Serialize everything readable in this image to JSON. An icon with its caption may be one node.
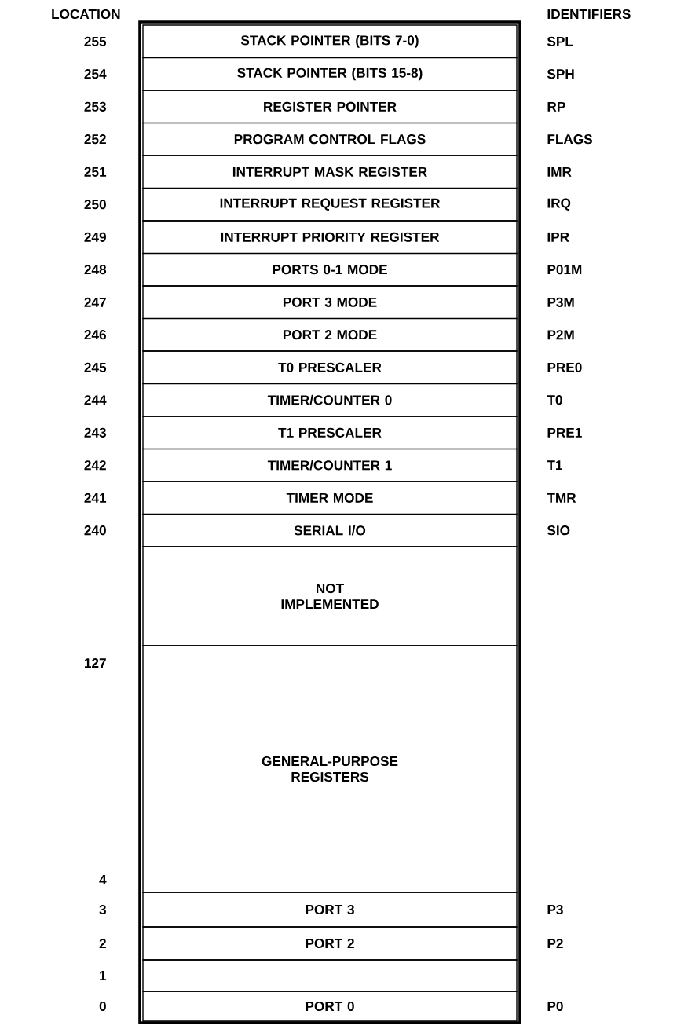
{
  "diagram": {
    "nodes": [
      {
        "text": [],
        "shape": "box"
      },
      {
        "text": [
          "STACK POINTER (BITS 7-0)"
        ],
        "in": 0,
        "beside": [
          "255",
          "SPL"
        ]
      },
      {
        "text": [
          "STACK POINTER (BITS 15-8)"
        ],
        "in": 0,
        "beside": [
          "254",
          "SPH"
        ]
      },
      {
        "text": [
          "REGISTER POINTER"
        ],
        "in": 0,
        "beside": [
          "253",
          "RP"
        ]
      },
      {
        "text": [
          "PROGRAM CONTROL FLAGS"
        ],
        "in": 0,
        "beside": [
          "252",
          "FLAGS"
        ]
      },
      {
        "text": [
          "INTERRUPT MASK REGISTER"
        ],
        "in": 0,
        "beside": [
          "251",
          "IMR"
        ]
      },
      {
        "text": [
          "INTERRUPT REQUEST REGISTER"
        ],
        "in": 0,
        "beside": [
          "250",
          "IRQ"
        ]
      },
      {
        "text": [
          "INTERRUPT PRIORITY REGISTER"
        ],
        "in": 0,
        "beside": [
          "249",
          "IPR"
        ]
      },
      {
        "text": [
          "PORTS 0-1 MODE"
        ],
        "in": 0,
        "beside": [
          "248",
          "P01M"
        ]
      },
      {
        "text": [
          "PORT 3 MODE"
        ],
        "in": 0,
        "beside": [
          "247",
          "P3M"
        ]
      },
      {
        "text": [
          "PORT 2 MODE"
        ],
        "in": 0,
        "beside": [
          "246",
          "P2M"
        ]
      },
      {
        "text": [
          "T0 PRESCALER"
        ],
        "in": 0,
        "beside": [
          "245",
          "PRE0"
        ]
      },
      {
        "text": [
          "TIMER/COUNTER 0"
        ],
        "in": 0,
        "beside": [
          "244",
          "T0"
        ]
      },
      {
        "text": [
          "T1 PRESCALER"
        ],
        "in": 0,
        "beside": [
          "243",
          "PRE1"
        ]
      },
      {
        "text": [
          "TIMER/COUNTER 1"
        ],
        "in": 0,
        "beside": [
          "242",
          "T1"
        ]
      },
      {
        "text": [
          "TIMER MODE"
        ],
        "in": 0,
        "beside": [
          "241",
          "TMR"
        ]
      },
      {
        "text": [
          "SERIAL I/O"
        ],
        "in": 0,
        "beside": [
          "240",
          "SIO"
        ]
      },
      {
        "text": [
          "NOT IMPLEMENTED"
        ],
        "in": 0
      },
      {
        "text": [
          "GENERAL-PURPOSE REGISTERS"
        ],
        "in": 0,
        "beside": [
          "127",
          "4"
        ]
      },
      {
        "text": [
          "PORT 3"
        ],
        "in": 0,
        "beside": [
          "3",
          "P3"
        ]
      },
      {
        "text": [
          "PORT 2"
        ],
        "in": 0,
        "beside": [
          "2",
          "P2"
        ]
      },
      {
        "text": [],
        "shape": "box",
        "in": 0,
        "beside": [
          "1"
        ]
      },
      {
        "text": [
          "PORT 0"
        ],
        "in": 0,
        "beside": [
          "0",
          "P0"
        ]
      }
    ],
    "labels": [
      "LOCATION",
      "IDENTIFIERS"
    ]
  }
}
